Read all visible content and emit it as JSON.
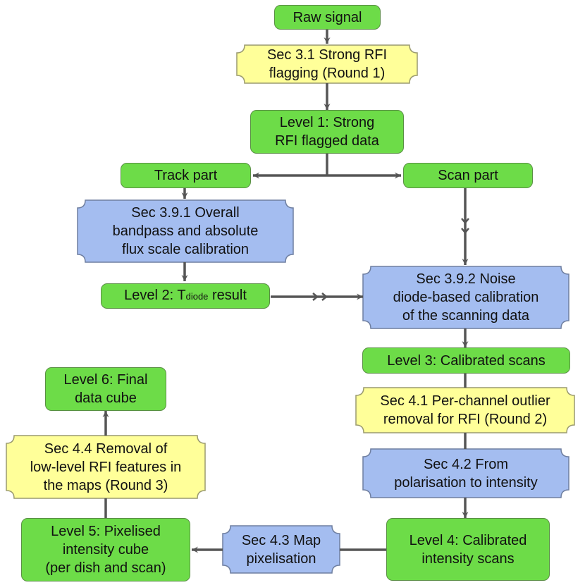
{
  "colors": {
    "data_product": "#6ddc48",
    "rfi_step": "#ffff99",
    "calibration_step": "#a4bdf0",
    "arrow": "#555555"
  },
  "nodes": {
    "raw_signal": {
      "lines": [
        "Raw signal"
      ]
    },
    "strong_rfi_flagging": {
      "lines": [
        "Sec 3.1 Strong RFI",
        "flagging (Round 1)"
      ]
    },
    "level1": {
      "lines": [
        "Level 1: Strong",
        "RFI flagged data"
      ]
    },
    "track_part": {
      "lines": [
        "Track part"
      ]
    },
    "scan_part": {
      "lines": [
        "Scan part"
      ]
    },
    "bandpass_calibration": {
      "lines": [
        "Sec 3.9.1 Overall",
        "bandpass and absolute",
        "flux scale calibration"
      ]
    },
    "level2": {
      "prefix": "Level 2: T",
      "subscript": "diode",
      "suffix": " result"
    },
    "noise_diode_calibration": {
      "lines": [
        "Sec 3.9.2 Noise",
        "diode-based calibration",
        "of the scanning data"
      ]
    },
    "level3": {
      "lines": [
        "Level 3: Calibrated scans"
      ]
    },
    "per_channel_outlier": {
      "lines": [
        "Sec 4.1 Per-channel outlier",
        "removal for RFI (Round 2)"
      ]
    },
    "polarisation_to_intensity": {
      "lines": [
        "Sec 4.2 From",
        "polarisation to intensity"
      ]
    },
    "level4": {
      "lines": [
        "Level 4: Calibrated",
        "intensity scans"
      ]
    },
    "map_pixelisation": {
      "lines": [
        "Sec 4.3 Map",
        "pixelisation"
      ]
    },
    "level5": {
      "lines": [
        "Level 5: Pixelised",
        "intensity cube",
        "(per dish and scan)"
      ]
    },
    "low_level_rfi_removal": {
      "lines": [
        "Sec 4.4 Removal of",
        "low-level RFI features in",
        "the maps (Round 3)"
      ]
    },
    "level6": {
      "lines": [
        "Level 6: Final",
        "data cube"
      ]
    }
  }
}
